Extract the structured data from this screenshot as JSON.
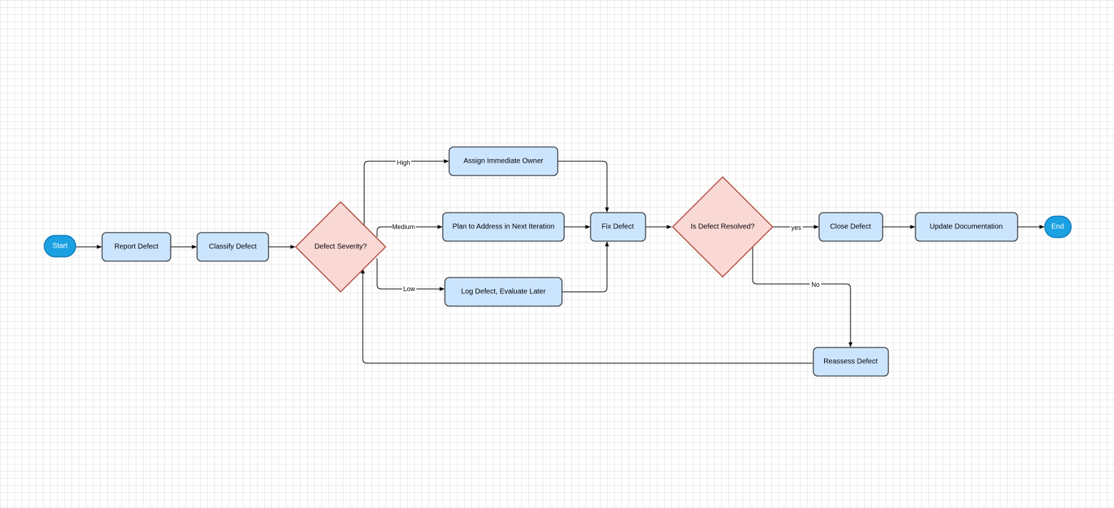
{
  "diagram": {
    "nodes": {
      "start": "Start",
      "report": "Report Defect",
      "classify": "Classify Defect",
      "severity": "Defect Severity?",
      "assign": "Assign Immediate Owner",
      "plan": "Plan to Address in Next Iteration",
      "log": "Log Defect, Evaluate Later",
      "fix": "Fix Defect",
      "resolved": "Is Defect Resolved?",
      "close": "Close Defect",
      "update": "Update Documentation",
      "end": "End",
      "reassess": "Reassess Defect"
    },
    "edge_labels": {
      "high": "High",
      "medium": "Medium",
      "low": "Low",
      "yes": "yes",
      "no": "No"
    },
    "colors": {
      "process_fill": "#cce5ff",
      "process_stroke": "#36393d",
      "decision_fill": "#fad9d5",
      "decision_stroke": "#ae4132",
      "terminal_fill": "#1ba1e2",
      "terminal_stroke": "#006eaf"
    }
  }
}
